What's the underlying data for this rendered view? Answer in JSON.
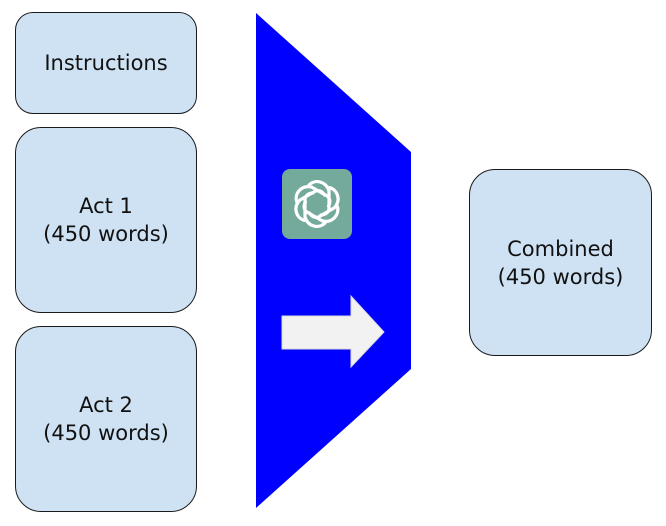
{
  "inputs": {
    "instructions": {
      "label": "Instructions"
    },
    "act1": {
      "line1": "Act 1",
      "line2": "(450 words)"
    },
    "act2": {
      "line1": "Act 2",
      "line2": "(450 words)"
    }
  },
  "output": {
    "combined": {
      "line1": "Combined",
      "line2": "(450 words)"
    }
  },
  "processor": {
    "icon": "openai-logo-icon",
    "arrow_icon": "right-arrow-icon"
  },
  "colors": {
    "box_fill": "#cfe2f3",
    "box_border": "#1a1a1a",
    "funnel": "#0000ff",
    "logo_bg": "#74aa9c",
    "arrow": "#f2f2f2"
  }
}
